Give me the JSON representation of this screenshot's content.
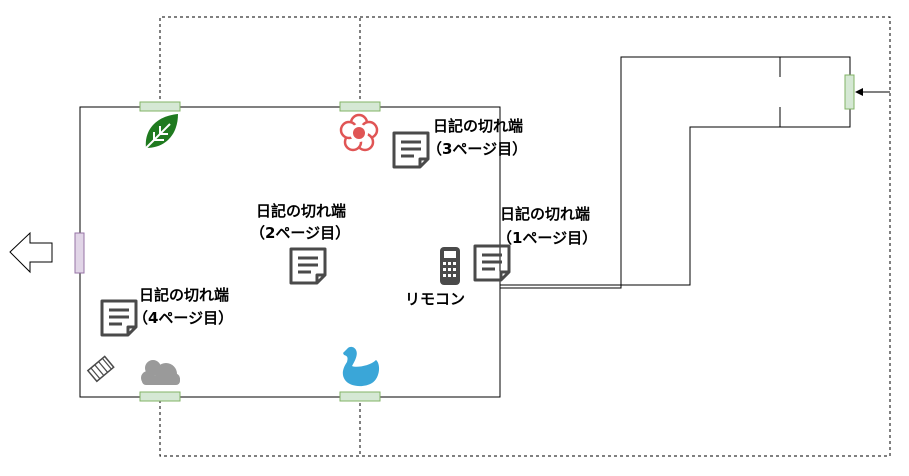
{
  "diagram": {
    "notes": [
      {
        "title": "日記の切れ端",
        "page": "（1ページ目）"
      },
      {
        "title": "日記の切れ端",
        "page": "（2ページ目）"
      },
      {
        "title": "日記の切れ端",
        "page": "（3ページ目）"
      },
      {
        "title": "日記の切れ端",
        "page": "（4ページ目）"
      }
    ],
    "remote_label": "リモコン",
    "icons": {
      "leaf": "leaf-icon",
      "flower": "flower-icon",
      "cloud": "cloud-icon",
      "duck": "duck-icon",
      "remote": "remote-control-icon",
      "note": "document-icon",
      "exit_arrow": "left-arrow-icon",
      "light": "spotlight-icon"
    },
    "colors": {
      "door": "#d5e8d4",
      "door_border": "#82b366",
      "exit_door": "#e1d5e7",
      "exit_door_border": "#9673a6",
      "leaf": "#1f7a1f",
      "flower": "#e05555",
      "duck": "#3aa6d8",
      "cloud": "#9a9a9a",
      "icon_dark": "#4a4a4a"
    }
  }
}
